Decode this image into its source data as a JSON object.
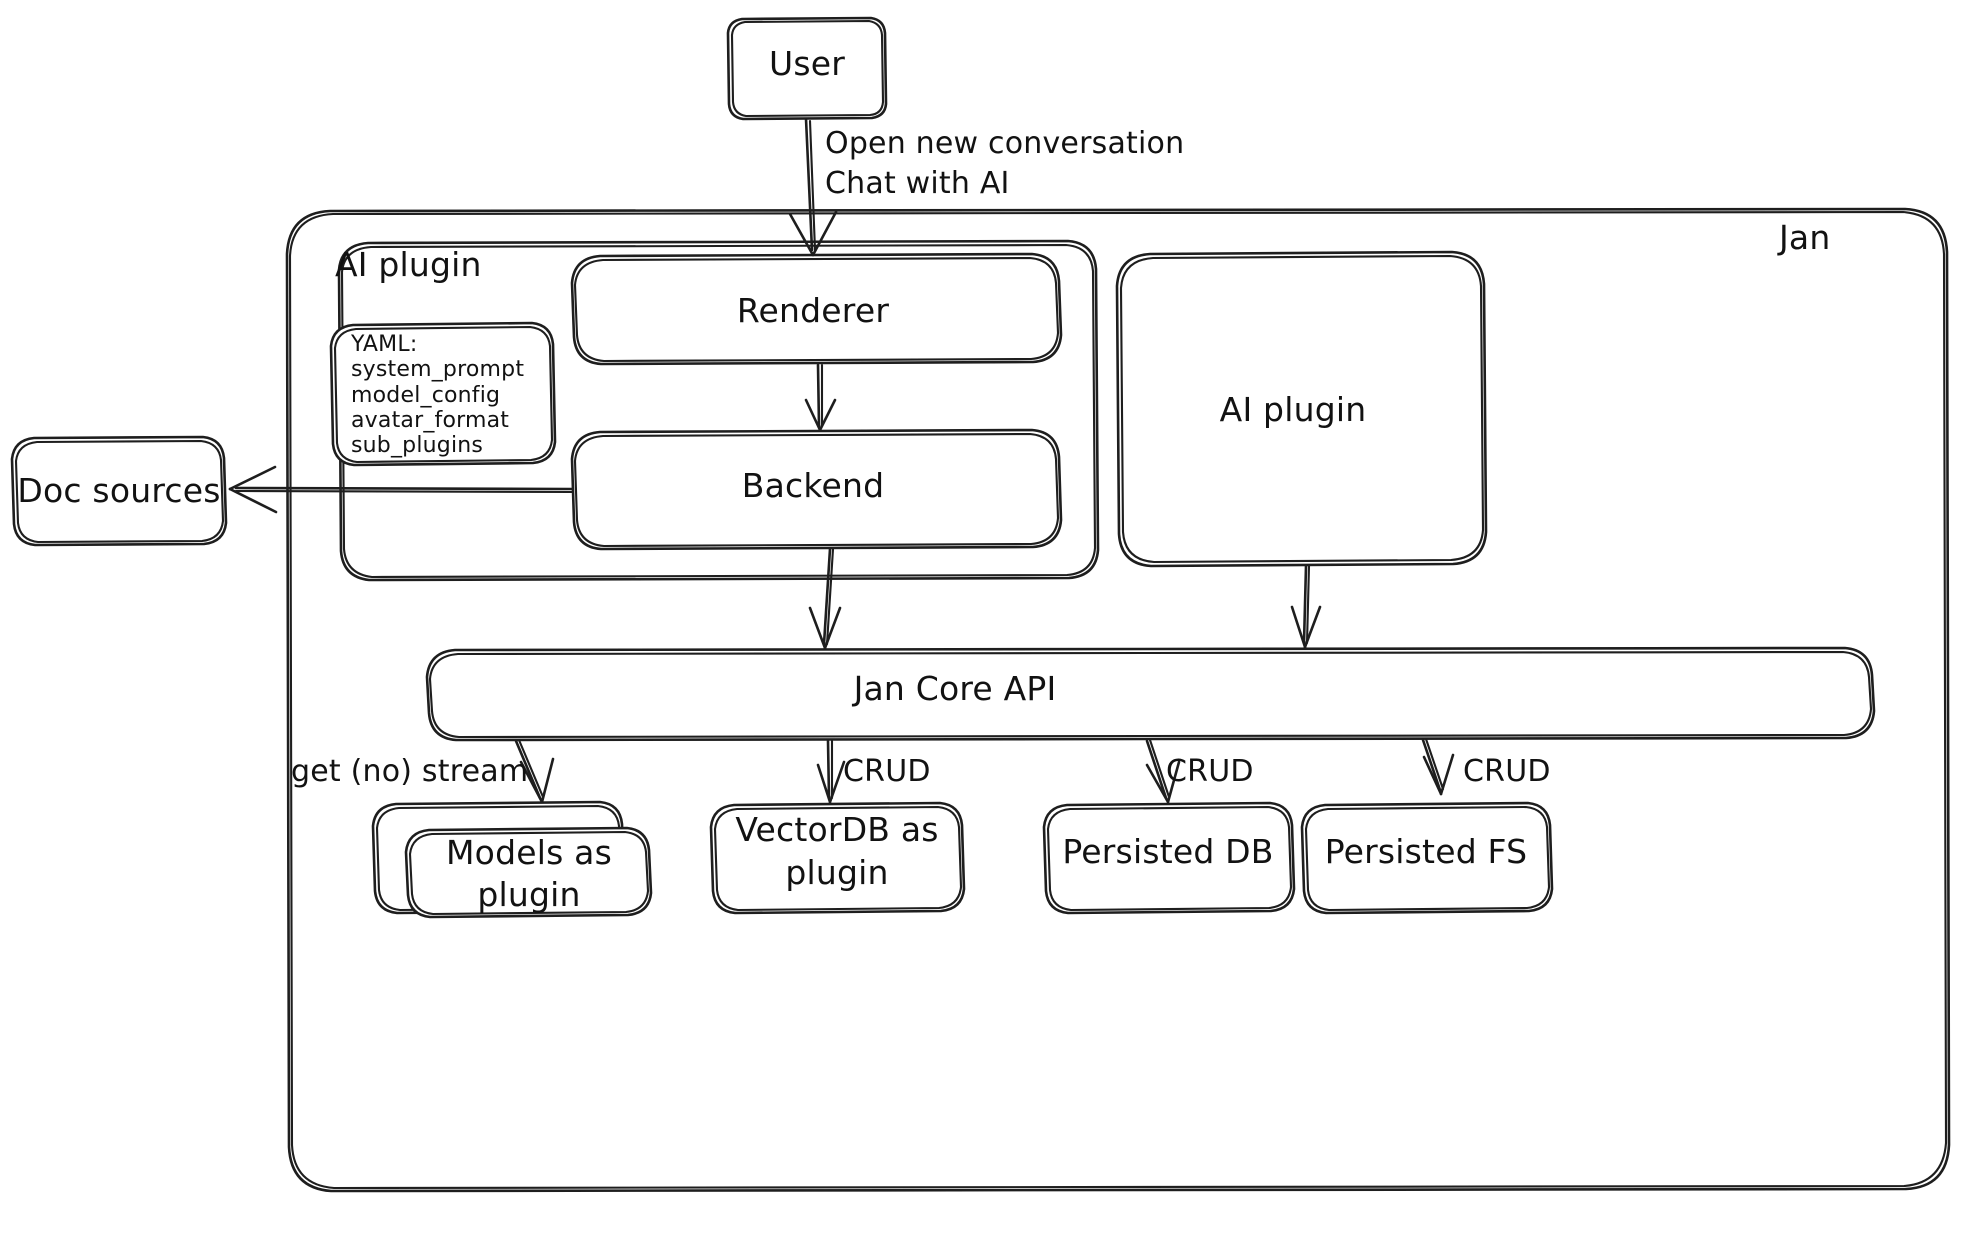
{
  "diagram": {
    "title": "Jan architecture overview",
    "style": "hand-drawn",
    "stroke_color": "#1e1e1e",
    "fill_color": "#ffffff",
    "background": "#ffffff"
  },
  "containers": [
    {
      "id": "jan",
      "label": "Jan",
      "label_position": "top-right"
    },
    {
      "id": "ai-plugin-group",
      "label": "AI plugin",
      "label_position": "top-left"
    }
  ],
  "nodes": [
    {
      "id": "user",
      "label": "User"
    },
    {
      "id": "doc-sources",
      "label": "Doc sources"
    },
    {
      "id": "renderer",
      "label": "Renderer"
    },
    {
      "id": "backend",
      "label": "Backend"
    },
    {
      "id": "ai-plugin",
      "label": "AI plugin"
    },
    {
      "id": "jan-core-api",
      "label": "Jan Core API"
    },
    {
      "id": "models-as-plugin",
      "label": "Models as\nplugin",
      "stacked": true
    },
    {
      "id": "vectordb-as-plugin",
      "label": "VectorDB as\nplugin"
    },
    {
      "id": "persisted-db",
      "label": "Persisted DB"
    },
    {
      "id": "persisted-fs",
      "label": "Persisted FS"
    }
  ],
  "yaml_note": {
    "id": "yaml-note",
    "title": "YAML:",
    "lines": [
      "system_prompt",
      "model_config",
      "avatar_format",
      "sub_plugins"
    ]
  },
  "edges": [
    {
      "id": "user-to-renderer",
      "from": "user",
      "to": "renderer",
      "label": "Open new conversation\nChat with AI"
    },
    {
      "id": "renderer-to-backend",
      "from": "renderer",
      "to": "backend",
      "label": ""
    },
    {
      "id": "backend-to-doc-sources",
      "from": "backend",
      "to": "doc-sources",
      "label": ""
    },
    {
      "id": "backend-to-core",
      "from": "backend",
      "to": "jan-core-api",
      "label": ""
    },
    {
      "id": "aiplugin-to-core",
      "from": "ai-plugin",
      "to": "jan-core-api",
      "label": ""
    },
    {
      "id": "core-to-models",
      "from": "jan-core-api",
      "to": "models-as-plugin",
      "label": "get (no) stream"
    },
    {
      "id": "core-to-vectordb",
      "from": "jan-core-api",
      "to": "vectordb-as-plugin",
      "label": "CRUD"
    },
    {
      "id": "core-to-persisted-db",
      "from": "jan-core-api",
      "to": "persisted-db",
      "label": "CRUD"
    },
    {
      "id": "core-to-persisted-fs",
      "from": "jan-core-api",
      "to": "persisted-fs",
      "label": "CRUD"
    }
  ],
  "edge_labels": {
    "user_line1": "Open new conversation",
    "user_line2": "Chat with AI",
    "get_no_stream": "get (no) stream",
    "crud_vectordb": "CRUD",
    "crud_persisted_db": "CRUD",
    "crud_persisted_fs": "CRUD"
  },
  "node_text": {
    "user": "User",
    "doc_sources": "Doc sources",
    "renderer": "Renderer",
    "backend": "Backend",
    "ai_plugin_box": "AI plugin",
    "jan_core_api": "Jan Core API",
    "models_line1": "Models as",
    "models_line2": "plugin",
    "vectordb_line1": "VectorDB as",
    "vectordb_line2": "plugin",
    "persisted_db": "Persisted DB",
    "persisted_fs": "Persisted FS",
    "jan_group": "Jan",
    "ai_plugin_group": "AI plugin",
    "yaml_title": "YAML:",
    "yaml_l1": "system_prompt",
    "yaml_l2": "model_config",
    "yaml_l3": "avatar_format",
    "yaml_l4": "sub_plugins"
  }
}
